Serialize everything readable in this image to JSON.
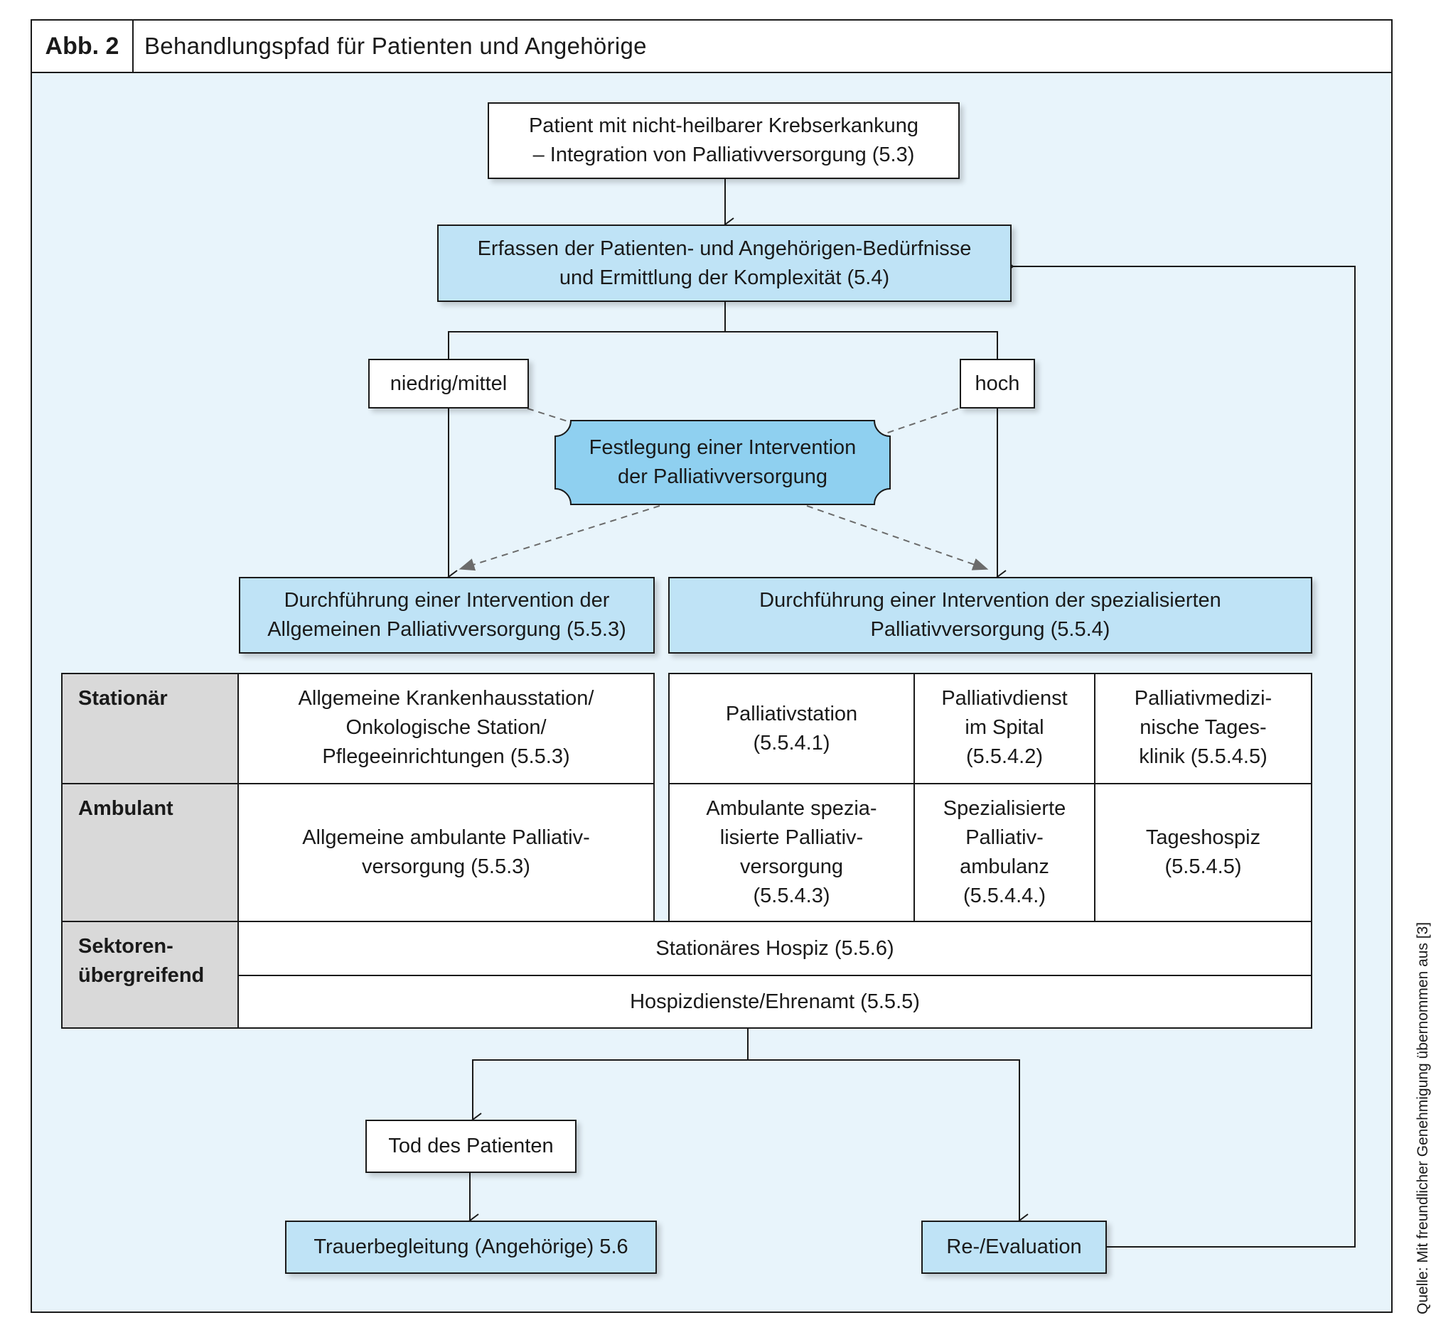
{
  "figure": {
    "label": "Abb. 2",
    "title": "Behandlungspfad für Patienten und Angehörige"
  },
  "nodes": {
    "start": "Patient mit nicht-heilbarer Krebserkankung\n– Integration von Palliativversorgung (5.3)",
    "assess": "Erfassen der Patienten- und Angehörigen-Bedürfnisse\nund Ermittlung der Komplexität (5.4)",
    "low": "niedrig/mittel",
    "high": "hoch",
    "decide": "Festlegung einer Intervention\nder Palliativversorgung",
    "general": "Durchführung einer Intervention der\nAllgemeinen Palliativversorgung (5.5.3)",
    "special": "Durchführung einer Intervention der spezialisierten\nPalliativversorgung (5.5.4)",
    "death": "Tod des Patienten",
    "grief": "Trauerbegleitung (Angehörige) 5.6",
    "reeval": "Re-/Evaluation"
  },
  "table": {
    "rows": {
      "inpatient": "Stationär",
      "outpatient": "Ambulant",
      "cross": "Sektoren-\nübergreifend"
    },
    "cells": {
      "inpatient_general": "Allgemeine Krankenhausstation/\nOnkologische Station/\nPflegeeinrichtungen (5.5.3)",
      "inpatient_ward": "Palliativstation\n(5.5.4.1)",
      "inpatient_service": "Palliativdienst\nim Spital\n(5.5.4.2)",
      "inpatient_dayclinic": "Palliativmedizi-\nnische Tages-\nklinik (5.5.4.5)",
      "outpatient_general": "Allgemeine ambulante Palliativ-\nversorgung (5.5.3)",
      "outpatient_special": "Ambulante spezia-\nlisierte Palliativ-\nversorgung\n(5.5.4.3)",
      "outpatient_clinic": "Spezialisierte\nPalliativ-\nambulanz\n(5.5.4.4.)",
      "outpatient_dayhospice": "Tageshospiz\n(5.5.4.5)",
      "hospice": "Stationäres Hospiz (5.5.6)",
      "volunteer": "Hospizdienste/Ehrenamt (5.5.5)"
    }
  },
  "source": "Quelle: Mit freundlicher Genehmigung übernommen aus [3]",
  "colors": {
    "background": "#e8f4fb",
    "box_blue": "#bfe3f6",
    "decision": "#8fd0f0",
    "row_header": "#d9d9d9",
    "line": "#1a1a1a"
  }
}
